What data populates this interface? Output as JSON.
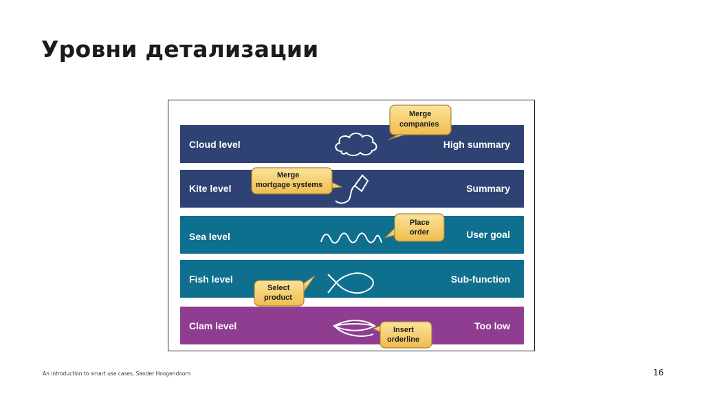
{
  "slide": {
    "title": "Уровни детализации",
    "footer": "An introduction to smart use cases, Sander Hoogendoorn",
    "page_number": "16"
  },
  "levels": [
    {
      "name": "Cloud level",
      "scope": "High summary",
      "color": "#2e4374",
      "icon": "cloud-icon"
    },
    {
      "name": "Kite level",
      "scope": "Summary",
      "color": "#2e4374",
      "icon": "kite-icon"
    },
    {
      "name": "Sea level",
      "scope": "User goal",
      "color": "#0e6f8e",
      "icon": "wave-icon"
    },
    {
      "name": "Fish level",
      "scope": "Sub-function",
      "color": "#0e6f8e",
      "icon": "fish-icon"
    },
    {
      "name": "Clam level",
      "scope": "Too low",
      "color": "#8f3d91",
      "icon": "clam-icon"
    }
  ],
  "callouts": [
    {
      "lines": [
        "Merge",
        "companies"
      ]
    },
    {
      "lines": [
        "Merge",
        "mortgage systems"
      ]
    },
    {
      "lines": [
        "Place",
        "order"
      ]
    },
    {
      "lines": [
        "Select",
        "product"
      ]
    },
    {
      "lines": [
        "Insert",
        "orderline"
      ]
    }
  ],
  "colors": {
    "callout_fill": "#f5c85a",
    "callout_stroke": "#a8823a",
    "band_text": "#ffffff"
  }
}
